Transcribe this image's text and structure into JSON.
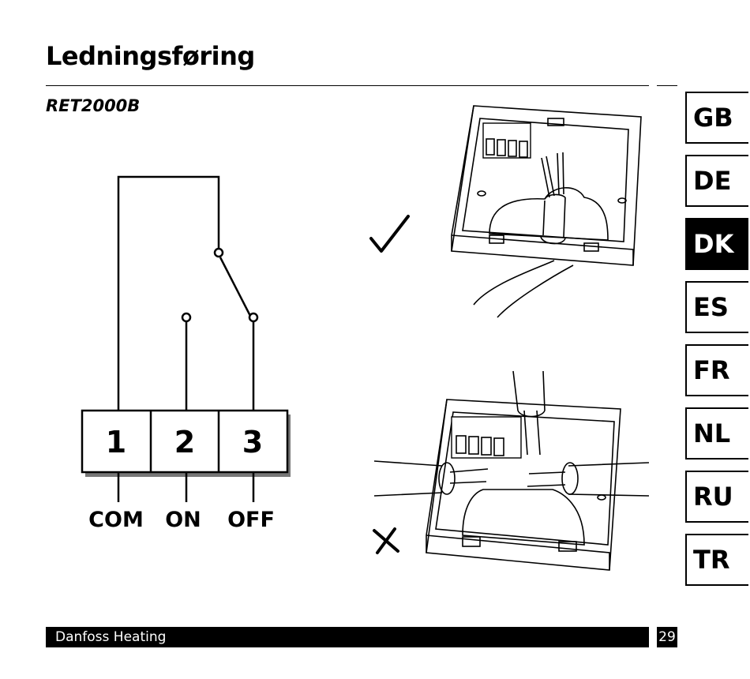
{
  "page": {
    "title": "Ledningsføring",
    "subtitle": "RET2000B",
    "footer": "Danfoss Heating",
    "page_number": "29"
  },
  "language_tabs": [
    {
      "label": "GB",
      "active": false
    },
    {
      "label": "DE",
      "active": false
    },
    {
      "label": "DK",
      "active": true
    },
    {
      "label": "ES",
      "active": false
    },
    {
      "label": "FR",
      "active": false
    },
    {
      "label": "NL",
      "active": false
    },
    {
      "label": "RU",
      "active": false
    },
    {
      "label": "TR",
      "active": false
    }
  ],
  "wiring_diagram": {
    "terminals": [
      "1",
      "2",
      "3"
    ],
    "labels": [
      "COM",
      "ON",
      "OFF"
    ]
  },
  "installation": {
    "correct_icon": "checkmark-icon",
    "incorrect_icon": "cross-icon"
  }
}
